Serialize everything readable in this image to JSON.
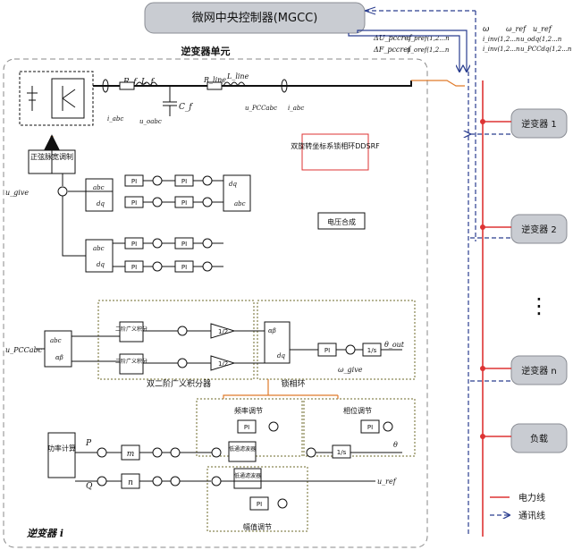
{
  "title": "微网中央控制器(MGCC)",
  "unit_title": "逆变器单元",
  "inverter_i": "逆变器 i",
  "right_params": {
    "col1": [
      "ω",
      "i_inv(1,2...n",
      "i_inv(1,2...n"
    ],
    "col2": [
      "ω_ref",
      "u_ref",
      "u_odq(1,2...n",
      "u_PCCdq(1,2...n"
    ]
  },
  "left_params": [
    "ΔU_pccref",
    "ΔF_pccref",
    "u_pref(1,2...n",
    "u_oref(1,2...n"
  ],
  "boxes": {
    "spwm": "正弦脉宽调制",
    "dual_pll": "双旋转坐标系锁相环DDSRF",
    "voltage_syn": "电压合成",
    "sogi": "双二阶广义积分器",
    "pll": "锁相环",
    "power_calc": "功率计算",
    "freq_adj": "频率调节",
    "phase_adj": "相位调节",
    "amp_adj": "幅值调节",
    "lpf1": "低通滤波器",
    "lpf2": "低通滤波器",
    "sogi_unit1": "二阶广义积分",
    "sogi_unit2": "二阶广义积分"
  },
  "right_blocks": [
    "逆变器 1",
    "逆变器 2",
    "逆变器 n",
    "负载"
  ],
  "legend": {
    "power": "电力线",
    "comm": "通讯线"
  },
  "labels": {
    "Rf": "R_f",
    "Lf": "L_f",
    "Cf": "C_f",
    "Rline": "R_line",
    "Lline": "L_line",
    "uPCCabc": "u_PCCabc",
    "iabc": "i_abc",
    "iabc2": "i_abc",
    "uoabc": "u_oabc",
    "ugive": "u_give",
    "theta": "θ",
    "theta_out": "θ_out",
    "omega_give": "ω_give",
    "uref": "u_ref",
    "P": "P",
    "Q": "Q",
    "m": "m",
    "n": "n",
    "PI": "PI",
    "half": "1/2",
    "oneS": "1/s",
    "ab_dq": "αβ / dq",
    "abc_dq": "abc / dq",
    "dq_abc": "dq / abc"
  },
  "ellipsis": "⋮"
}
